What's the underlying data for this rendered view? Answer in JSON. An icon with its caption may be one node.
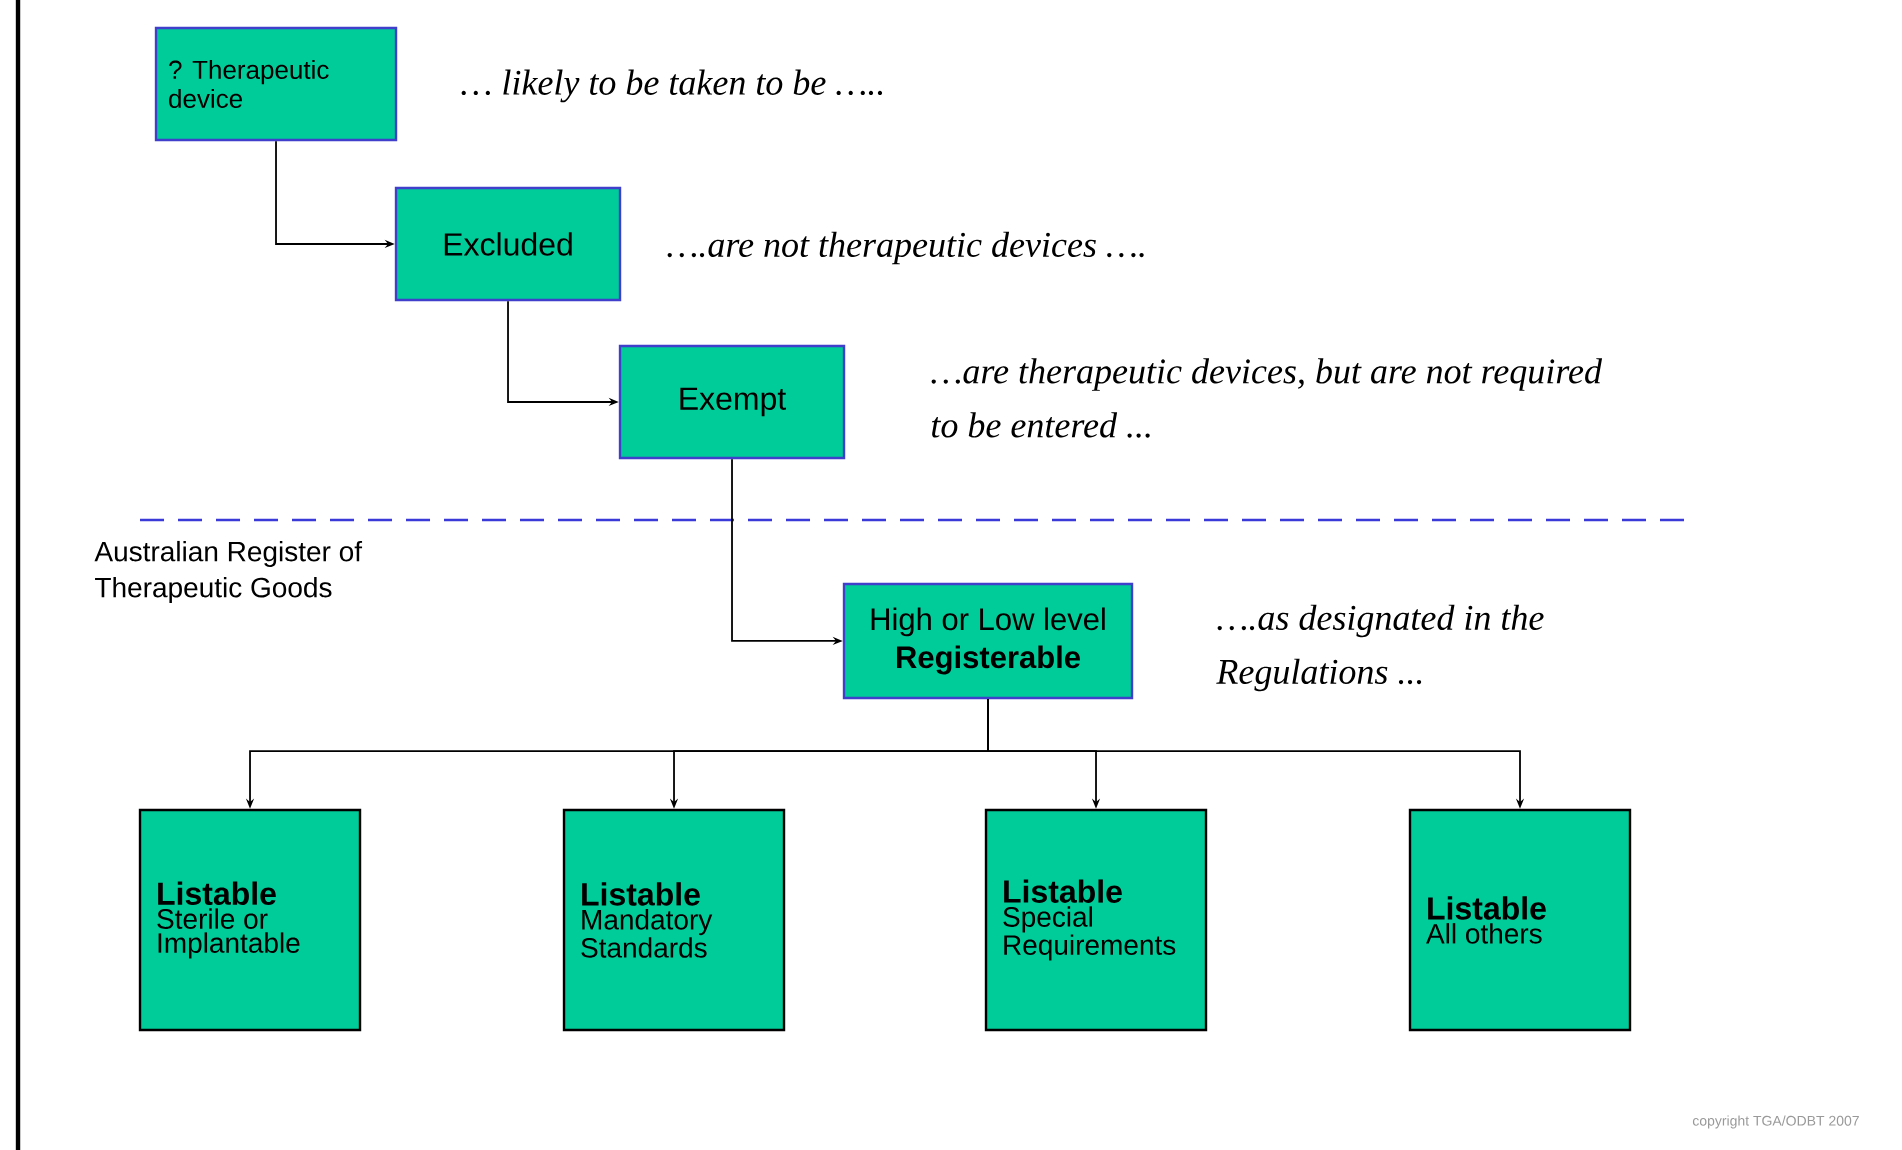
{
  "diagram": {
    "nodes": [
      {
        "text": [
          "? Therapeutic device"
        ],
        "beside": [
          "… likely to be taken to be ….."
        ]
      },
      {
        "text": [
          "Excluded"
        ],
        "beside": [
          "….are not therapeutic devices …."
        ]
      },
      {
        "text": [
          "Exempt"
        ],
        "beside": [
          "…are therapeutic devices, but are not required to be entered ..."
        ]
      },
      {
        "text": [
          "High or Low level",
          "Registerable"
        ],
        "beside": [
          "….as designated in the Regulations ..."
        ]
      },
      {
        "text": [
          "Listable",
          "Sterile or Implantable"
        ]
      },
      {
        "text": [
          "Listable",
          "Mandatory Standards"
        ]
      },
      {
        "text": [
          "Listable",
          "Special Requirements"
        ]
      },
      {
        "text": [
          "Listable",
          "All others"
        ]
      }
    ],
    "edges": [
      {
        "from": 0,
        "to": 1,
        "arrow": "to"
      },
      {
        "from": 1,
        "to": 2,
        "arrow": "to"
      },
      {
        "from": 2,
        "to": 3,
        "arrow": "to"
      },
      {
        "from": 3,
        "to": 4,
        "arrow": "to"
      },
      {
        "from": 3,
        "to": 5,
        "arrow": "to"
      },
      {
        "from": 3,
        "to": 6,
        "arrow": "to"
      },
      {
        "from": 3,
        "to": 7,
        "arrow": "to"
      }
    ],
    "labels": [
      "Australian Register of Therapeutic Goods",
      "copyright TGA/ODBT 2007"
    ]
  }
}
